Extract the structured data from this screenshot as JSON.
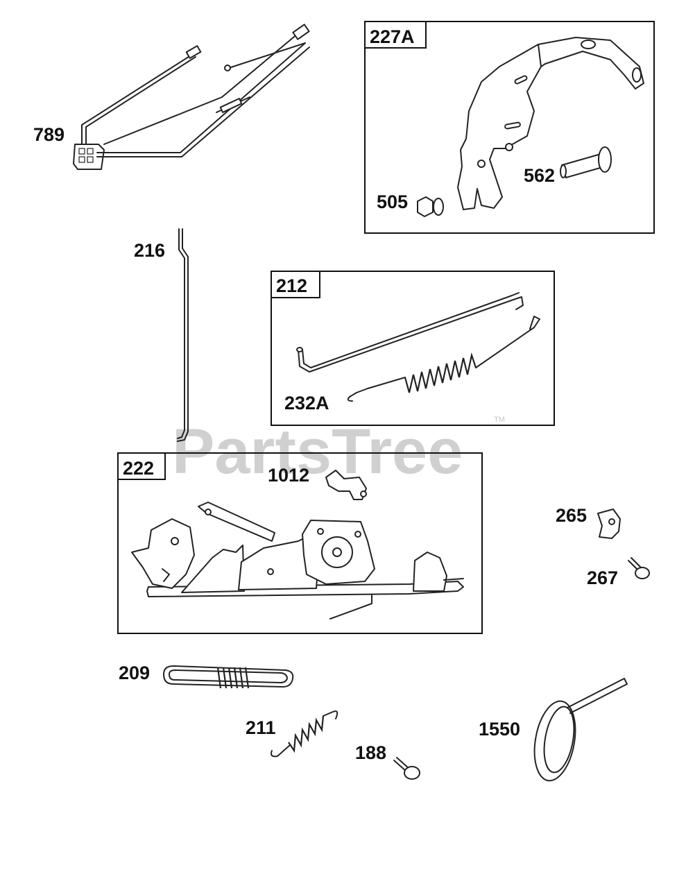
{
  "watermark": {
    "text": "PartsTree",
    "trademark": "TM"
  },
  "boxes": {
    "b227A": "227A",
    "b212": "212",
    "b222": "222"
  },
  "labels": {
    "p789": "789",
    "p505": "505",
    "p562": "562",
    "p216": "216",
    "p232A": "232A",
    "p1012": "1012",
    "p265": "265",
    "p267": "267",
    "p209": "209",
    "p211": "211",
    "p188": "188",
    "p1550": "1550"
  }
}
